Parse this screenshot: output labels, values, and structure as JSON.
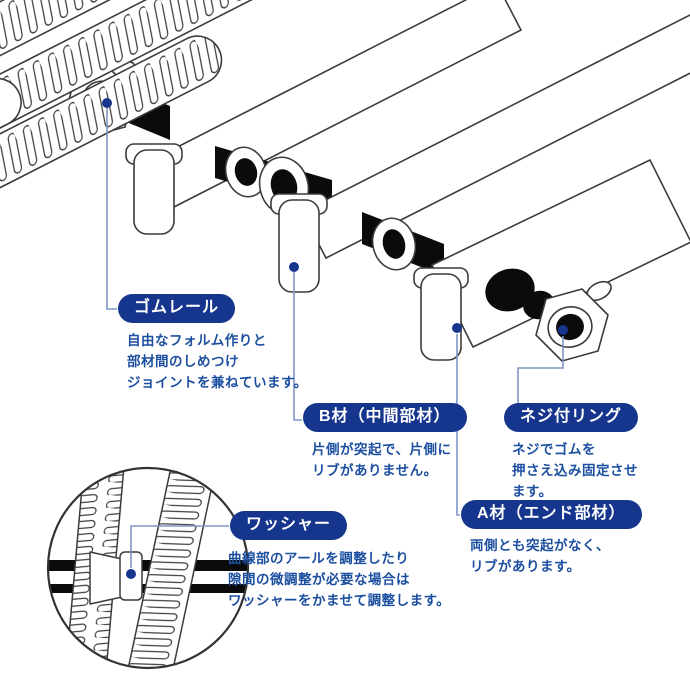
{
  "diagram": {
    "callouts": [
      {
        "id": "rubber-rail",
        "label": "ゴムレール",
        "description": "自由なフォルム作りと\n部材間のしめつけ\nジョイントを兼ねています。"
      },
      {
        "id": "b-member",
        "label": "B材（中間部材）",
        "description": "片側が突起で、片側に\nリブがありません。"
      },
      {
        "id": "screw-ring",
        "label": "ネジ付リング",
        "description": "ネジでゴムを\n押さえ込み固定させ\nます。"
      },
      {
        "id": "washer",
        "label": "ワッシャー",
        "description": "曲線部のアールを調整したり\n隙間の微調整が必要な場合は\nワッシャーをかませて調整します。"
      },
      {
        "id": "a-member",
        "label": "A材（エンド部材）",
        "description": "両側とも突起がなく、\nリブがあります。"
      }
    ],
    "colors": {
      "pill_bg": "#16368e",
      "pill_text": "#ffffff",
      "description_text": "#1d4fa1",
      "callout_line": "#7e95c6",
      "anchor_dot": "#16368e",
      "part_outline": "#3c3c3c",
      "rubber_rod": "#0b0b0b"
    }
  }
}
